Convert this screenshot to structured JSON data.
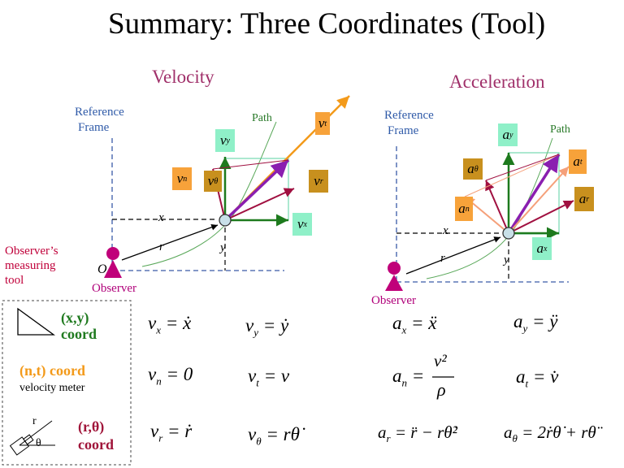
{
  "title": "Summary:   Three Coordinates (Tool)",
  "velocity": {
    "heading": "Velocity",
    "frame_label_1": "Reference",
    "frame_label_2": "Frame",
    "path_label": "Path",
    "observer_label": "Observer",
    "origin_label": "O",
    "x_label": "x",
    "y_label": "y",
    "r_label": "r",
    "vec_vt": "v",
    "vec_vt_sub": "t",
    "vec_vy": "v",
    "vec_vy_sub": "y",
    "vec_vn": "v",
    "vec_vn_sub": "n",
    "vec_vth": "v",
    "vec_vth_sub": "θ",
    "vec_vr": "v",
    "vec_vr_sub": "r",
    "vec_vx": "v",
    "vec_vx_sub": "x"
  },
  "acceleration": {
    "heading": "Acceleration",
    "frame_label_1": "Reference",
    "frame_label_2": "Frame",
    "path_label": "Path",
    "observer_label": "Observer",
    "x_label": "x",
    "y_label": "y",
    "r_label": "r",
    "vec_ay": "a",
    "vec_ay_sub": "y",
    "vec_ath": "a",
    "vec_ath_sub": "θ",
    "vec_at": "a",
    "vec_at_sub": "t",
    "vec_an": "a",
    "vec_an_sub": "n",
    "vec_ar": "a",
    "vec_ar_sub": "r",
    "vec_ax": "a",
    "vec_ax_sub": "x"
  },
  "tool_label": "Observer’s\nmeasuring\ntool",
  "legend": {
    "xy_coord_1": "(x,y)",
    "xy_coord_2": "coord",
    "nt_coord": "(n,t) coord",
    "nt_sub": "velocity meter",
    "rt_coord_1": "(r,θ)",
    "rt_coord_2": "coord",
    "r_small": "r",
    "theta_small": "θ"
  },
  "equations": {
    "vx": "= ẋ",
    "vy": "= ẏ",
    "vn": "= 0",
    "vt": "= v",
    "vr": "= ṙ",
    "vth": "= rθ̇",
    "ax": "= ẍ",
    "ay": "= ÿ",
    "an_num": "v²",
    "an_den": "ρ",
    "at": "= v̇",
    "ar": "= r̈ − rθ̇²",
    "ath": "= 2ṙθ̇ + rθ̈"
  },
  "colors": {
    "heading": "#a0306a",
    "frame": "#2f5aa8",
    "orange_box": "#f7a23a",
    "gold_box": "#c8901e",
    "green_box": "#8ff0c8",
    "vector_purple": "#8a1fb0",
    "vector_green": "#1d7a1d",
    "vector_crimson": "#a01040",
    "observer": "#c0007a"
  }
}
